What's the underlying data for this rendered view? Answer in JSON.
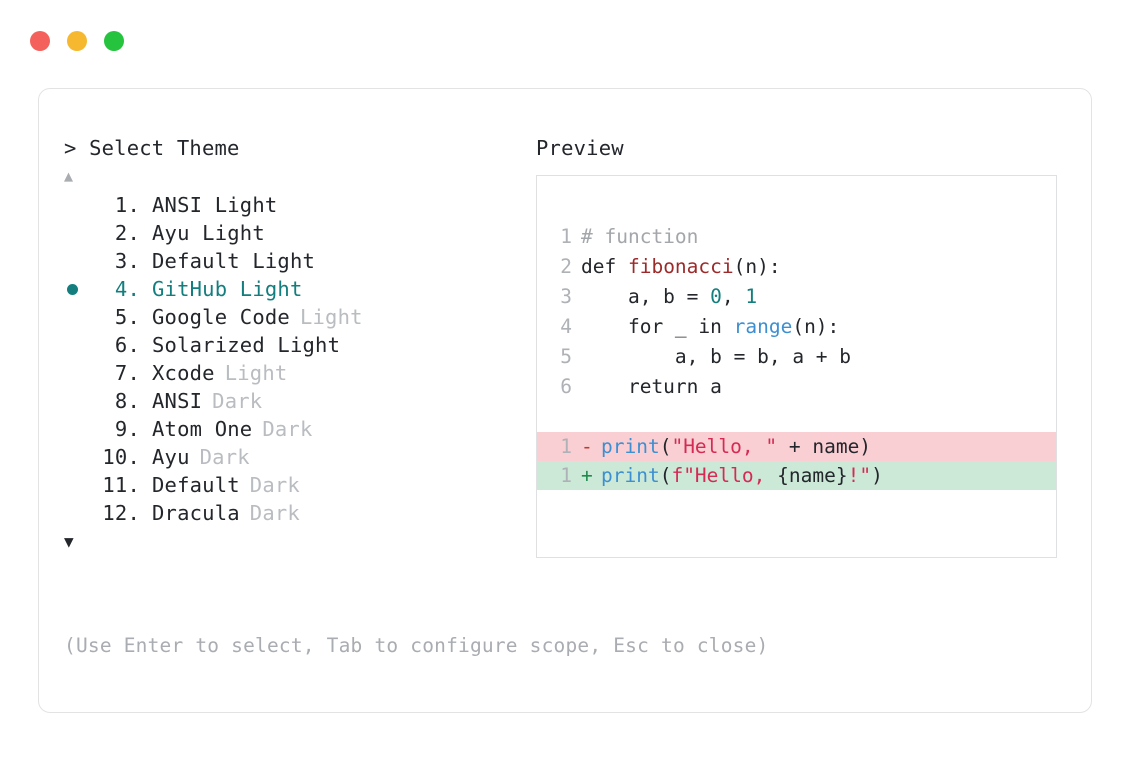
{
  "window": {
    "dots": [
      {
        "name": "close-dot",
        "color": "#f4615c"
      },
      {
        "name": "minimize-dot",
        "color": "#f5b82e"
      },
      {
        "name": "maximize-dot",
        "color": "#26c33f"
      }
    ]
  },
  "prompt": {
    "title": "> Select Theme",
    "scroll_up": "▲",
    "scroll_down": "▼",
    "selected_index": 4,
    "selected_color": "#147e7e",
    "bullet": "●"
  },
  "themes": [
    {
      "index": "1.",
      "name": "ANSI Light",
      "tag": "",
      "selected": false
    },
    {
      "index": "2.",
      "name": "Ayu Light",
      "tag": "",
      "selected": false
    },
    {
      "index": "3.",
      "name": "Default Light",
      "tag": "",
      "selected": false
    },
    {
      "index": "4.",
      "name": "GitHub Light",
      "tag": "",
      "selected": true
    },
    {
      "index": "5.",
      "name": "Google Code",
      "tag": "Light",
      "selected": false
    },
    {
      "index": "6.",
      "name": "Solarized Light",
      "tag": "",
      "selected": false
    },
    {
      "index": "7.",
      "name": "Xcode",
      "tag": "Light",
      "selected": false
    },
    {
      "index": "8.",
      "name": "ANSI",
      "tag": "Dark",
      "selected": false
    },
    {
      "index": "9.",
      "name": "Atom One",
      "tag": "Dark",
      "selected": false
    },
    {
      "index": "10.",
      "name": "Ayu",
      "tag": "Dark",
      "selected": false
    },
    {
      "index": "11.",
      "name": "Default",
      "tag": "Dark",
      "selected": false
    },
    {
      "index": "12.",
      "name": "Dracula",
      "tag": "Dark",
      "selected": false
    }
  ],
  "hint": "(Use Enter to select, Tab to configure scope, Esc to close)",
  "preview": {
    "title": "Preview",
    "code_lines": [
      {
        "n": "1",
        "tokens": [
          {
            "t": "# function",
            "c": "tok-comment"
          }
        ]
      },
      {
        "n": "2",
        "tokens": [
          {
            "t": "def ",
            "c": "tok-plain"
          },
          {
            "t": "fibonacci",
            "c": "tok-fn"
          },
          {
            "t": "(n):",
            "c": "tok-plain"
          }
        ]
      },
      {
        "n": "3",
        "tokens": [
          {
            "t": "    a, b = ",
            "c": "tok-plain"
          },
          {
            "t": "0",
            "c": "tok-num"
          },
          {
            "t": ", ",
            "c": "tok-plain"
          },
          {
            "t": "1",
            "c": "tok-num"
          }
        ]
      },
      {
        "n": "4",
        "tokens": [
          {
            "t": "    for _ in ",
            "c": "tok-plain"
          },
          {
            "t": "range",
            "c": "tok-builtin"
          },
          {
            "t": "(n):",
            "c": "tok-plain"
          }
        ]
      },
      {
        "n": "5",
        "tokens": [
          {
            "t": "        a, b = b, a + b",
            "c": "tok-plain"
          }
        ]
      },
      {
        "n": "6",
        "tokens": [
          {
            "t": "    return a",
            "c": "tok-plain"
          }
        ]
      }
    ],
    "diff_lines": [
      {
        "n": "1",
        "marker": "-",
        "kind": "del",
        "bg": "#f9cfd3",
        "tokens": [
          {
            "t": "print",
            "c": "tok-builtin"
          },
          {
            "t": "(",
            "c": "tok-plain"
          },
          {
            "t": "\"Hello, \"",
            "c": "tok-str"
          },
          {
            "t": " + name)",
            "c": "tok-plain"
          }
        ]
      },
      {
        "n": "1",
        "marker": "+",
        "kind": "add",
        "bg": "#cce9d8",
        "tokens": [
          {
            "t": "print",
            "c": "tok-builtin"
          },
          {
            "t": "(",
            "c": "tok-plain"
          },
          {
            "t": "f\"Hello, ",
            "c": "tok-str"
          },
          {
            "t": "{name}",
            "c": "tok-plain"
          },
          {
            "t": "!\"",
            "c": "tok-str"
          },
          {
            "t": ")",
            "c": "tok-plain"
          }
        ]
      }
    ]
  }
}
